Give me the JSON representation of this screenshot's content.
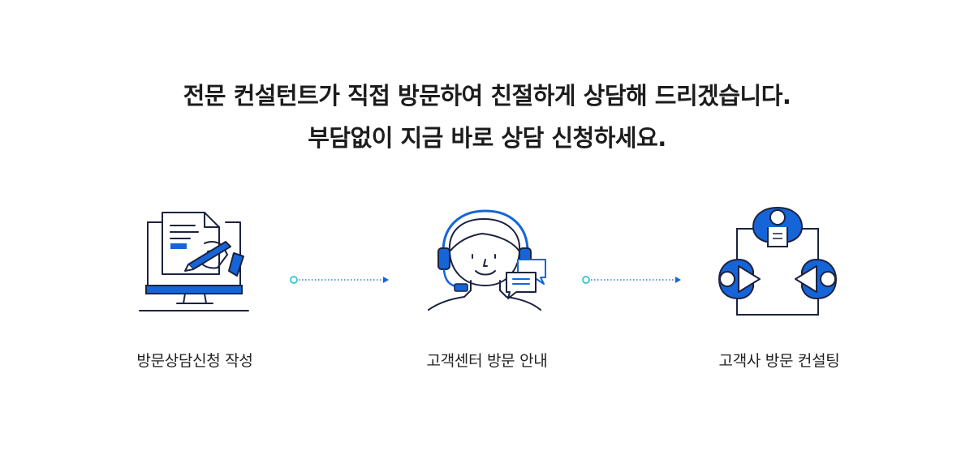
{
  "headline": {
    "line1": "전문 컨설턴트가 직접 방문하여 친절하게 상담해 드리겠습니다.",
    "line2": "부담없이 지금 바로 상담 신청하세요."
  },
  "steps": [
    {
      "label": "방문상담신청 작성",
      "icon": "document-signing-monitor-icon"
    },
    {
      "label": "고객센터 방문 안내",
      "icon": "headset-agent-icon"
    },
    {
      "label": "고객사 방문 컨설팅",
      "icon": "meeting-table-icon"
    }
  ],
  "colors": {
    "accent_blue": "#1565d8",
    "line_navy": "#1b2340",
    "connector_cyan": "#33c4d4"
  }
}
